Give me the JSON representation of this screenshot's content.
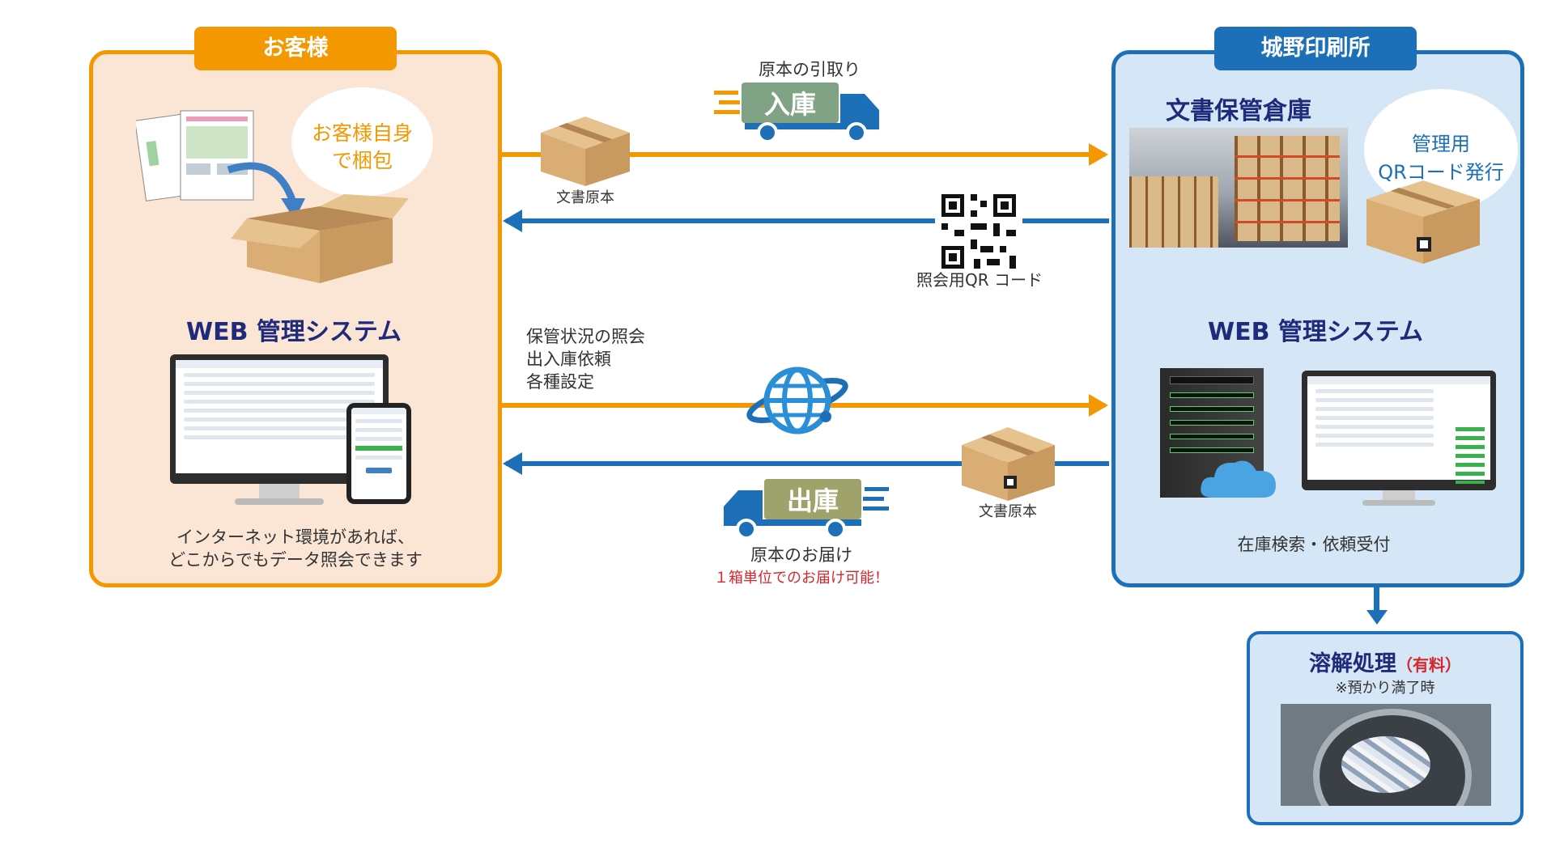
{
  "customer": {
    "tab_label": "お客様",
    "bubble_text": "お客様自身\nで梱包",
    "web_title": "WEB 管理システム",
    "caption_line1": "インターネット環境があれば、",
    "caption_line2": "どこからでもデータ照会できます"
  },
  "printer": {
    "tab_label": "城野印刷所",
    "warehouse_title": "文書保管倉庫",
    "bubble_line1": "管理用",
    "bubble_line2": "QRコード発行",
    "web_title": "WEB 管理システム",
    "caption": "在庫検索・依頼受付"
  },
  "flows": {
    "inbound_title": "原本の引取り",
    "inbound_truck_label": "入庫",
    "inbound_box_label": "文書原本",
    "qr_label": "照会用QR コード",
    "web_line1": "保管状況の照会",
    "web_line2": "出入庫依頼",
    "web_line3": "各種設定",
    "outbound_box_label": "文書原本",
    "outbound_truck_label": "出庫",
    "outbound_title": "原本のお届け",
    "outbound_note": "１箱単位でのお届け可能！"
  },
  "disposal": {
    "title": "溶解処理",
    "paid": "（有料）",
    "note": "※預かり満了時"
  },
  "colors": {
    "orange": "#f39800",
    "blue": "#1d6fb8",
    "navy": "#1f2a7a",
    "red": "#d7262c"
  }
}
